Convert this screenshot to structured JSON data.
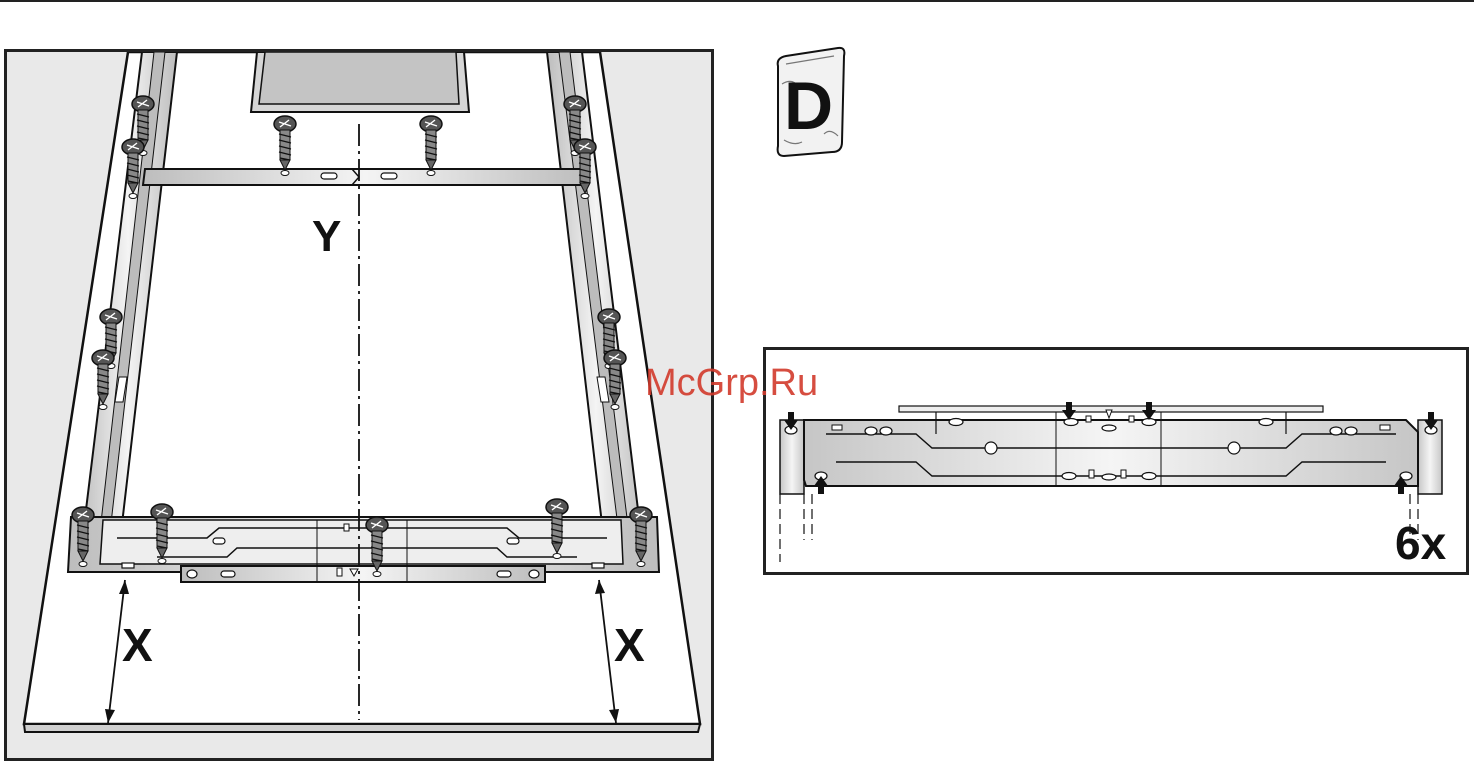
{
  "figure": {
    "labels": {
      "y": "Y",
      "x_left": "X",
      "x_right": "X",
      "count": "6x",
      "bag": "D"
    },
    "watermark": "McGrp.Ru"
  },
  "colors": {
    "line": "#222222",
    "panel_bg": "#e9e9e9",
    "board": "#ffffff",
    "metal": "#d7d7d7",
    "watermark": "#d23a2c"
  }
}
